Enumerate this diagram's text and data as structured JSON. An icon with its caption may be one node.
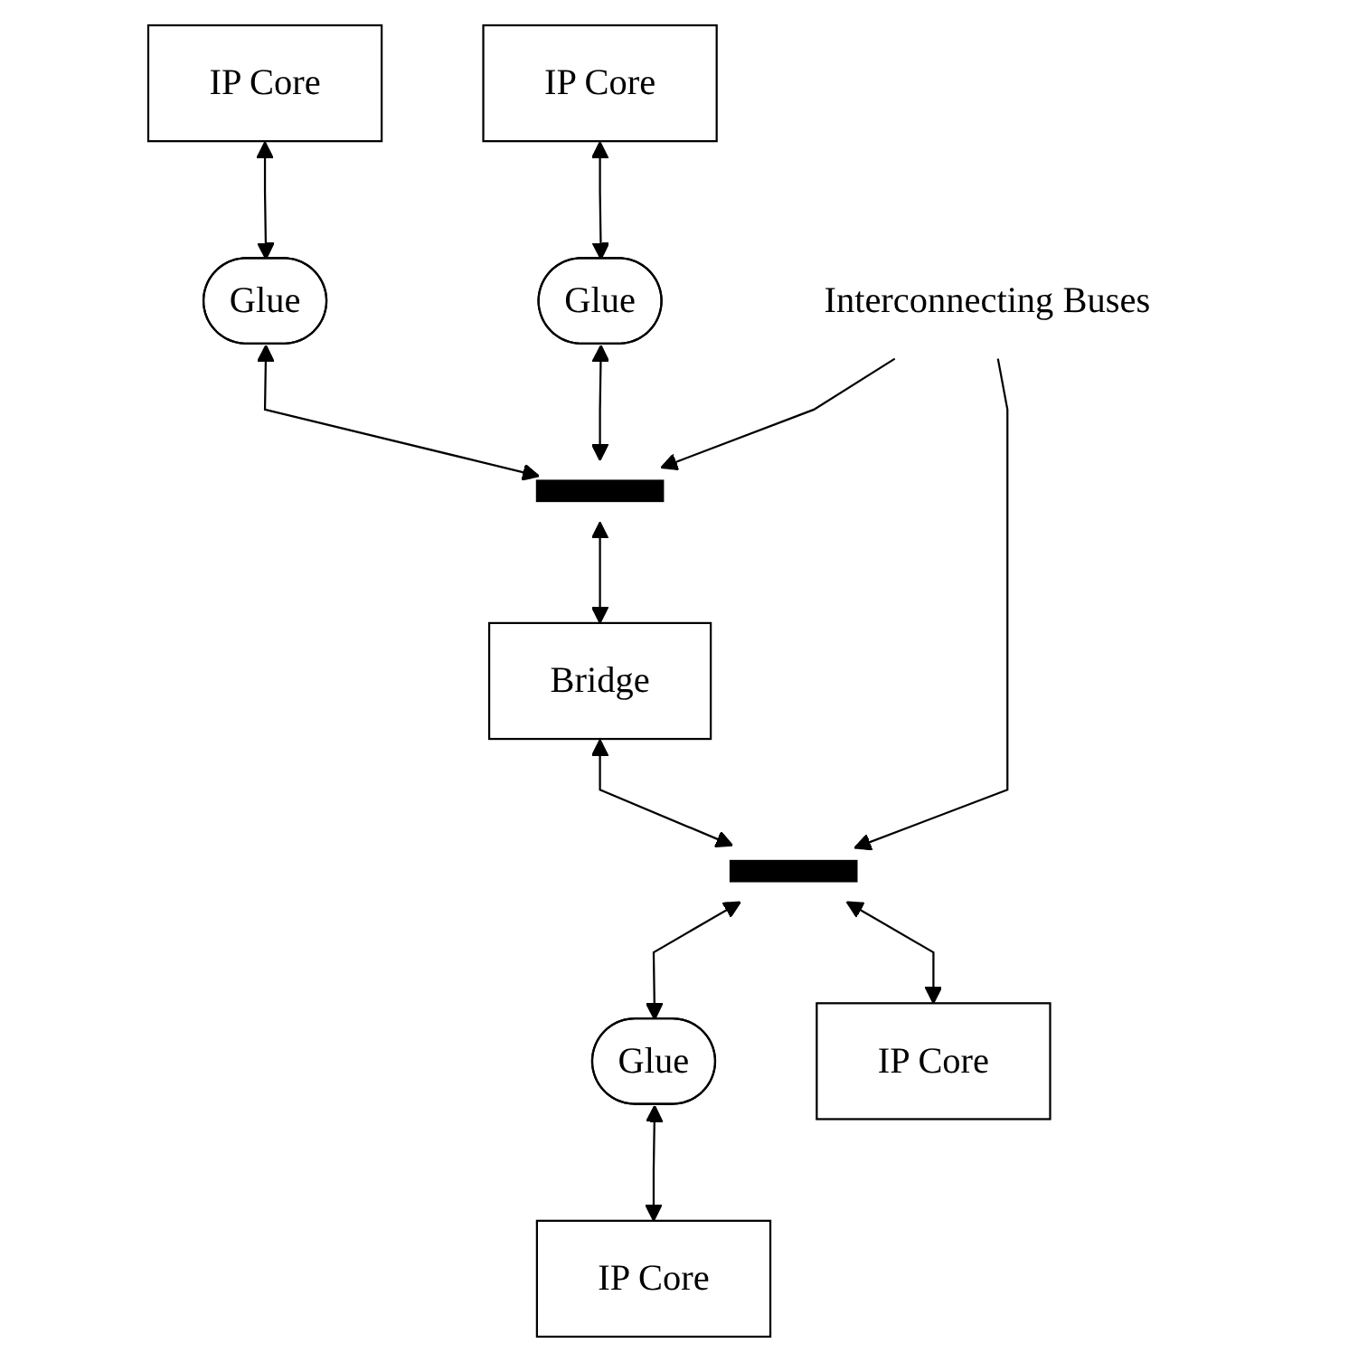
{
  "diagram": {
    "nodes": [
      {
        "text": [
          "IP Core"
        ]
      },
      {
        "text": [
          "IP Core"
        ]
      },
      {
        "text": [
          "Glue"
        ]
      },
      {
        "text": [
          "Glue"
        ]
      },
      {
        "text": [],
        "shape": "bar"
      },
      {
        "text": [
          "Interconnecting Buses"
        ]
      },
      {
        "text": [
          "Bridge"
        ]
      },
      {
        "text": [],
        "shape": "bar"
      },
      {
        "text": [
          "Glue"
        ]
      },
      {
        "text": [
          "IP Core"
        ]
      },
      {
        "text": [
          "IP Core"
        ]
      }
    ],
    "edges": [
      {
        "from": 0,
        "to": 2,
        "arrow": "both"
      },
      {
        "from": 1,
        "to": 3,
        "arrow": "both"
      },
      {
        "from": 2,
        "to": 4,
        "arrow": "both"
      },
      {
        "from": 3,
        "to": 4,
        "arrow": "both"
      },
      {
        "from": 5,
        "to": 4,
        "arrow": "to"
      },
      {
        "from": 4,
        "to": 6,
        "arrow": "both"
      },
      {
        "from": 5,
        "to": 7,
        "arrow": "to"
      },
      {
        "from": 6,
        "to": 7,
        "arrow": "both"
      },
      {
        "from": 7,
        "to": 8,
        "arrow": "both"
      },
      {
        "from": 7,
        "to": 9,
        "arrow": "both"
      },
      {
        "from": 8,
        "to": 10,
        "arrow": "both"
      }
    ]
  }
}
